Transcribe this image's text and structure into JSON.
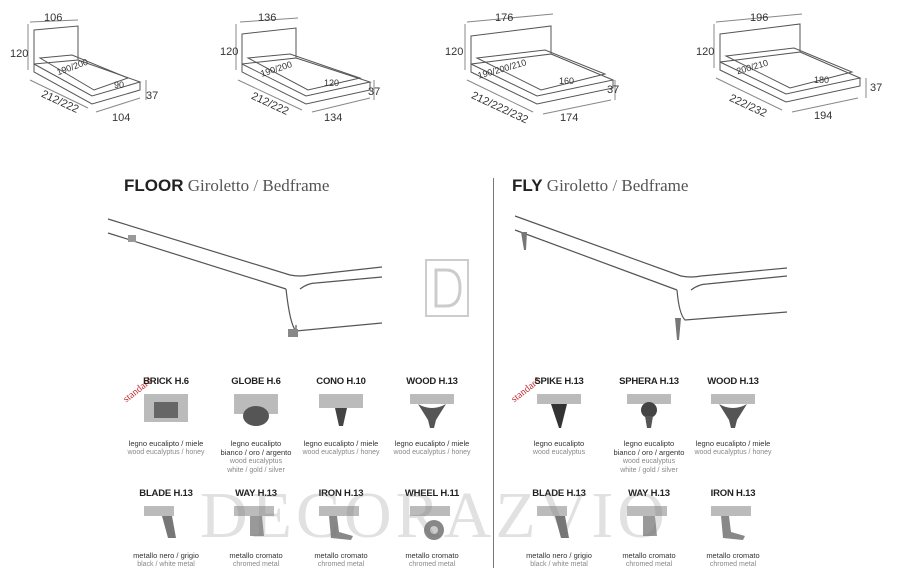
{
  "beds": [
    {
      "top": "106",
      "height": "120",
      "mattress": "190/200",
      "width": "90",
      "side": "212/222",
      "base": "104",
      "leg": "37"
    },
    {
      "top": "136",
      "height": "120",
      "mattress": "190/200",
      "width": "120",
      "side": "212/222",
      "base": "134",
      "leg": "37"
    },
    {
      "top": "176",
      "height": "120",
      "mattress": "190/200/210",
      "width": "160",
      "side": "212/222/232",
      "base": "174",
      "leg": "37"
    },
    {
      "top": "196",
      "height": "120",
      "mattress": "200/210",
      "width": "180",
      "side": "222/232",
      "base": "194",
      "leg": "37"
    }
  ],
  "floor": {
    "name": "FLOOR",
    "title_it": "Giroletto",
    "sep": "/",
    "title_en": "Bedframe",
    "standard": "standard",
    "feet": [
      {
        "name": "BRICK H.6",
        "it": "legno eucalipto / miele",
        "en": "wood eucalyptus / honey",
        "icon": "brick-foot-icon"
      },
      {
        "name": "GLOBE H.6",
        "it": "legno eucalipto",
        "it2": "bianco / oro / argento",
        "en": "wood eucalyptus",
        "en2": "white / gold / silver",
        "icon": "globe-foot-icon"
      },
      {
        "name": "CONO H.10",
        "it": "legno eucalipto / miele",
        "en": "wood eucalyptus / honey",
        "icon": "cone-foot-icon"
      },
      {
        "name": "WOOD H.13",
        "it": "legno eucalipto / miele",
        "en": "wood eucalyptus / honey",
        "icon": "wood-foot-icon"
      },
      {
        "name": "BLADE H.13",
        "it": "metallo nero / grigio",
        "en": "black / white metal",
        "icon": "blade-foot-icon"
      },
      {
        "name": "WAY H.13",
        "it": "metallo cromato",
        "en": "chromed metal",
        "icon": "way-foot-icon"
      },
      {
        "name": "IRON H.13",
        "it": "metallo cromato",
        "en": "chromed metal",
        "icon": "iron-foot-icon"
      },
      {
        "name": "WHEEL H.11",
        "it": "metallo cromato",
        "en": "chromed metal",
        "icon": "wheel-foot-icon"
      }
    ]
  },
  "fly": {
    "name": "FLY",
    "title_it": "Giroletto",
    "sep": "/",
    "title_en": "Bedframe",
    "standard": "standard",
    "feet": [
      {
        "name": "SPIKE H.13",
        "it": "legno eucalipto",
        "en": "wood eucalyptus",
        "icon": "spike-foot-icon"
      },
      {
        "name": "SPHERA H.13",
        "it": "legno eucalipto",
        "it2": "bianco / oro / argento",
        "en": "wood eucalyptus",
        "en2": "white / gold / silver",
        "icon": "sphera-foot-icon"
      },
      {
        "name": "WOOD H.13",
        "it": "legno eucalipto / miele",
        "en": "wood eucalyptus / honey",
        "icon": "wood-foot-icon"
      },
      {
        "name": "BLADE H.13",
        "it": "metallo nero / grigio",
        "en": "black / white metal",
        "icon": "blade-foot-icon"
      },
      {
        "name": "WAY H.13",
        "it": "metallo cromato",
        "en": "chromed metal",
        "icon": "way-foot-icon"
      },
      {
        "name": "IRON H.13",
        "it": "metallo cromato",
        "en": "chromed metal",
        "icon": "iron-foot-icon"
      }
    ]
  },
  "watermark": "DECORAZVIO",
  "colors": {
    "accent": "#c0282e",
    "line": "#555555",
    "metal": "#8a8a8a"
  }
}
